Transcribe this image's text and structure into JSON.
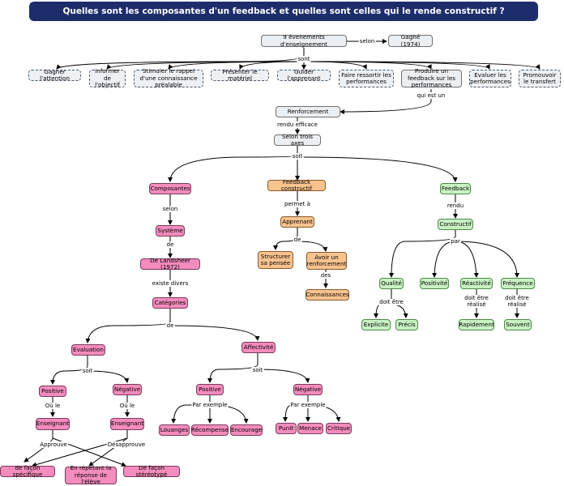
{
  "title": "Quelles sont les composantes d'un feedback et quelles sont celles qui le rende constructif ?",
  "nodes": {
    "evenements": "9 évenements d'enseignement",
    "gagne": "Gagné (1974)",
    "n1": "Gagner l'attention",
    "n2": "informer de l'objectif",
    "n3": "Stimuler le rappel d'une connaissance préalable",
    "n4": "Présenter le matériel",
    "n5": "Guider l'apprenant",
    "n6": "Faire ressortir les performances",
    "n7": "Produire un feedback sur les performances",
    "n8": "Evaluer les performances",
    "n9": "Promouvoir le transfert",
    "renforcement": "Renforcement",
    "axes": "Selon trois axes",
    "composantes": "Composantes",
    "fb_constructif": "Feedback constructif",
    "feedback": "Feedback",
    "systeme": "Système",
    "landsheer": "De Landsheer (1972)",
    "categories": "Catégories",
    "evaluation": "Evaluation",
    "affectivite": "Affectivité",
    "eval_positive": "Positive",
    "eval_negative": "Négative",
    "ens1": "Enseignant",
    "ens2": "Enseignant",
    "specifique": "de façon spécifique",
    "repetant": "En répétant la réponse de l'élève",
    "stereotype": "De façon stéréotypé",
    "aff_positive": "Positive",
    "aff_negative": "Négative",
    "louanges": "Louanges",
    "recompense": "Récompense",
    "encourage": "Encourage",
    "punit": "Punit",
    "menace": "Menace",
    "critique": "Critique",
    "apprenant": "Apprenant",
    "structurer": "Structurer sa pensée",
    "avoir": "Avoir un renforcement",
    "connaissances": "Connaissances",
    "constructif": "Constructif",
    "qualite": "Qualité",
    "positivite": "Positivité",
    "reactivite": "Réactivité",
    "frequence": "Fréquence",
    "explicite": "Explicite",
    "precis": "Précis",
    "rapidement": "Rapidement",
    "souvent": "Souvent"
  },
  "labels": {
    "selon1": "selon",
    "sont": "sont",
    "qui_est_un": "qui est un",
    "rendu_efficace": "rendu efficace",
    "soit1": "soit",
    "selon2": "selon",
    "de1": "de",
    "existe_divers": "existe divers",
    "de2": "de",
    "soit2": "soit",
    "ou_le1": "Où le",
    "ou_le2": "Où le",
    "approuve": "Approuve",
    "desapprouve": "Désapprouve",
    "soit3": "soit",
    "par_exemple1": "Par exemple",
    "par_exemple2": "Par exemple",
    "permet_a": "permet à",
    "de3": "de",
    "des": "des",
    "rendu": "rendu",
    "par": "par",
    "doit_etre1": "doit être",
    "doit_etre_realise1": "doit être réalisé",
    "doit_etre_realise2": "doit être réalisé"
  },
  "colors": {
    "title_bg": "#1d2d6b",
    "pink": "#f48cbd",
    "orange": "#f9c38f",
    "green": "#c9f2c3",
    "gray": "#eceff2"
  }
}
